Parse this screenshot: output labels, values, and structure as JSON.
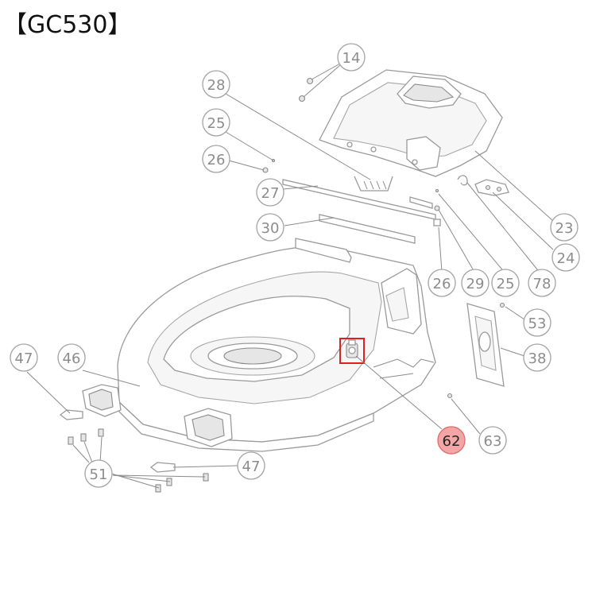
{
  "title": "【GC530】",
  "highlight": {
    "label": "62",
    "fill": "#f4a6a6",
    "box_color": "#e02020"
  },
  "callouts": [
    "14",
    "28",
    "25",
    "26",
    "27",
    "30",
    "23",
    "24",
    "78",
    "25",
    "29",
    "26",
    "53",
    "38",
    "47",
    "46",
    "63",
    "51",
    "47"
  ]
}
